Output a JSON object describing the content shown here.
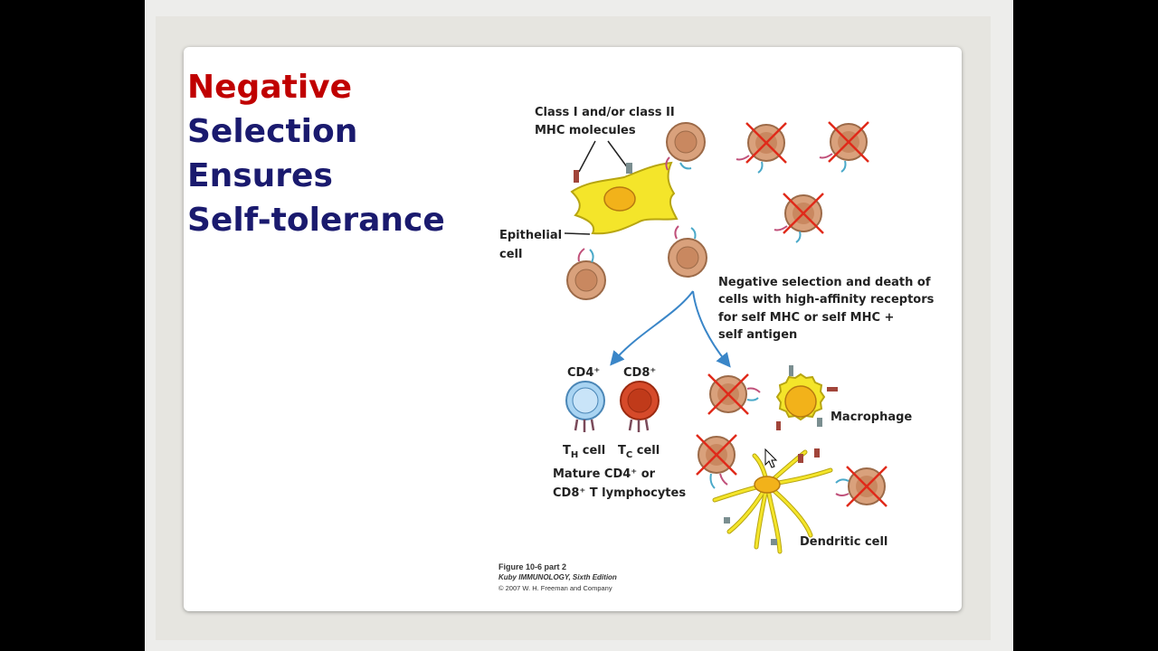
{
  "title": {
    "line1": "Negative",
    "line2": "Selection",
    "line3": "Ensures",
    "line4": "Self-tolerance"
  },
  "colors": {
    "title_red": "#c00000",
    "title_navy": "#1a1a6e",
    "cell_tan": "#d9a17c",
    "cell_tan_ring": "#b97a55",
    "epithelial_yellow": "#f4e52a",
    "nucleus_orange": "#f2b21a",
    "x_mark": "#e02a1a",
    "th_blue": "#a9d4f2",
    "tc_red": "#d64a2a",
    "arrow_blue": "#3a86c8"
  },
  "labels": {
    "mhc_line1": "Class I and/or class II",
    "mhc_line2": "MHC molecules",
    "epithelial_line1": "Epithelial",
    "epithelial_line2": "cell",
    "neg_line1": "Negative selection and death of",
    "neg_line2": "cells with high-affinity receptors",
    "neg_line3": "for self MHC or self MHC +",
    "neg_line4": "self antigen",
    "cd4": "CD4⁺",
    "cd8": "CD8⁺",
    "th_main": "T",
    "th_sub": "H",
    "th_tail": " cell",
    "tc_main": "T",
    "tc_sub": "C",
    "tc_tail": " cell",
    "mature_line1": "Mature CD4⁺ or",
    "mature_line2": "CD8⁺ T lymphocytes",
    "macrophage": "Macrophage",
    "dendritic": "Dendritic cell"
  },
  "caption": {
    "line1": "Figure 10-6 part 2",
    "line2": "Kuby IMMUNOLOGY, Sixth Edition",
    "line3": "© 2007 W. H. Freeman and Company"
  }
}
